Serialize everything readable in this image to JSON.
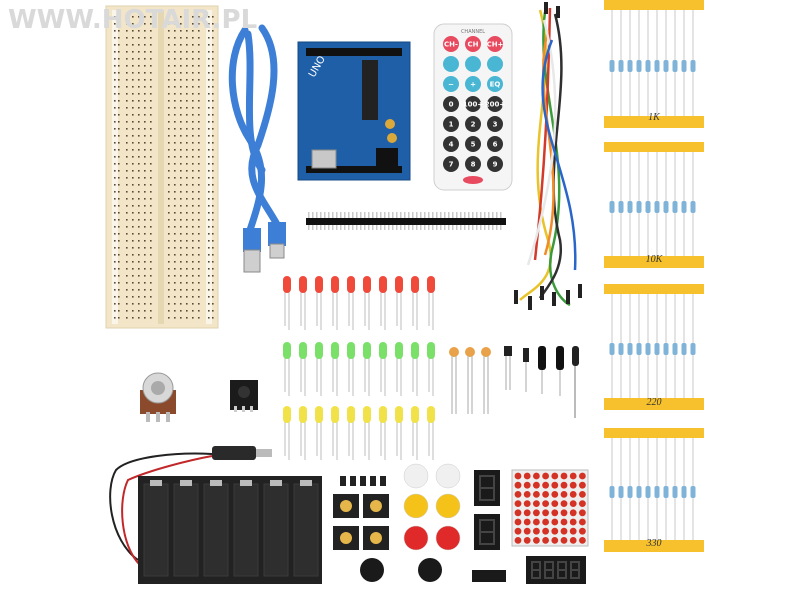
{
  "watermark": "WWW.HOTAIR.PL",
  "board": {
    "logo": "UNO"
  },
  "remote": {
    "header": "CHANNEL",
    "row1": [
      "CH-",
      "CH",
      "CH+"
    ],
    "row3": [
      "−",
      "+",
      "EQ"
    ],
    "row4": [
      "0",
      "100+",
      "200+"
    ],
    "digits": [
      "1",
      "2",
      "3",
      "4",
      "5",
      "6",
      "7",
      "8",
      "9"
    ]
  },
  "resistor_labels": [
    "1K",
    "10K",
    "220",
    "330"
  ],
  "colors": {
    "breadboard": "#f3e6c8",
    "usb_cable": "#3d7fd6",
    "arduino": "#1f5fa8",
    "remote_body": "#f5f5f5",
    "led_red": "#f04a3a",
    "led_green": "#7be06a",
    "led_yellow": "#f2e24a",
    "tape": "#f6c12c",
    "battery_holder": "#222222"
  }
}
